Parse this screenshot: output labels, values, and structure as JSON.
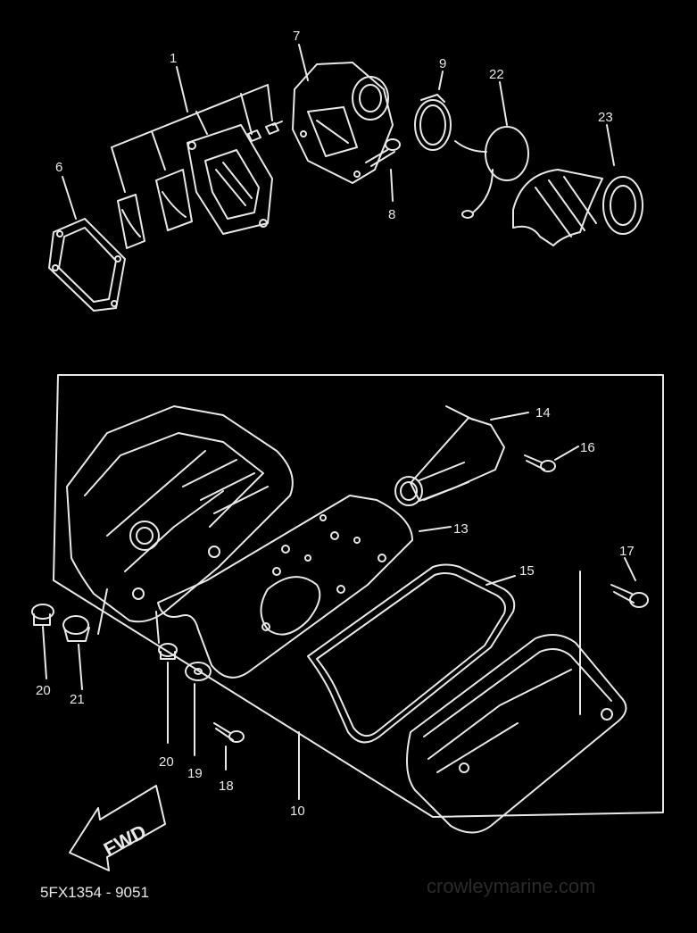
{
  "diagram": {
    "part_labels": {
      "p1": "1",
      "p6": "6",
      "p7": "7",
      "p8": "8",
      "p9": "9",
      "p22": "22",
      "p23": "23",
      "p10": "10",
      "p13": "13",
      "p14": "14",
      "p15": "15",
      "p16": "16",
      "p17": "17",
      "p18": "18",
      "p19": "19",
      "p20a": "20",
      "p20b": "20",
      "p21": "21"
    },
    "direction_arrow": "FWD",
    "drawing_code": "5FX1354 - 9051",
    "watermark": "crowleymarine.com"
  },
  "colors": {
    "background": "#000000",
    "lines": "#e8e8e8"
  }
}
